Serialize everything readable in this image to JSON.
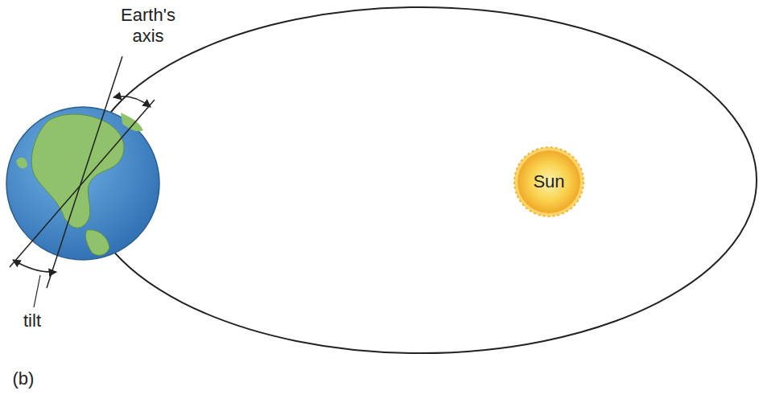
{
  "diagram": {
    "nodes": [
      {
        "text": [
          "Sun"
        ]
      }
    ],
    "labels": [
      "Earth's axis",
      "tilt",
      "(b)"
    ]
  }
}
